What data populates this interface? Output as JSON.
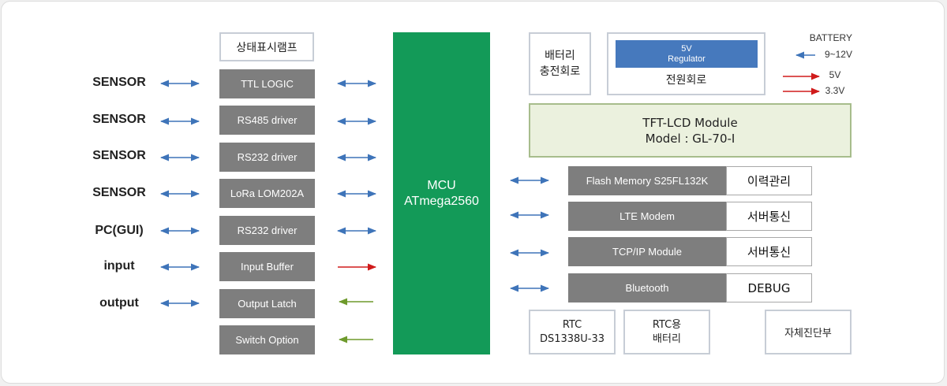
{
  "colors": {
    "blue": "#3e74b9",
    "red": "#d01b1b",
    "green": "#6e9a2c",
    "mcu": "#139a58"
  },
  "left_labels": [
    "SENSOR",
    "SENSOR",
    "SENSOR",
    "SENSOR",
    "PC(GUI)",
    "input",
    "output"
  ],
  "status_lamp": "상태표시램프",
  "interfaces": [
    "TTL LOGIC",
    "RS485 driver",
    "RS232 driver",
    "LoRa LOM202A",
    "RS232 driver",
    "Input Buffer",
    "Output Latch",
    "Switch Option"
  ],
  "mcu": {
    "line1": "MCU",
    "line2": "ATmega2560"
  },
  "battery_charge": {
    "line1": "배터리",
    "line2": "충전회로"
  },
  "power": {
    "regulator_line1": "5V",
    "regulator_line2": "Regulator",
    "label": "전원회로"
  },
  "battery": {
    "label": "BATTERY",
    "voltage": "9~12V"
  },
  "outputs": {
    "v5": "5V",
    "v33": "3.3V"
  },
  "lcd": {
    "line1": "TFT-LCD Module",
    "line2": "Model : GL-70-I"
  },
  "modules": [
    {
      "name": "Flash Memory S25FL132K",
      "tag": "이력관리"
    },
    {
      "name": "LTE Modem",
      "tag": "서버통신"
    },
    {
      "name": "TCP/IP Module",
      "tag": "서버통신"
    },
    {
      "name": "Bluetooth",
      "tag": "DEBUG"
    }
  ],
  "rtc": {
    "line1": "RTC",
    "line2": "DS1338U-33"
  },
  "rtc_battery": {
    "line1": "RTC용",
    "line2": "배터리"
  },
  "self_diag": "자체진단부"
}
